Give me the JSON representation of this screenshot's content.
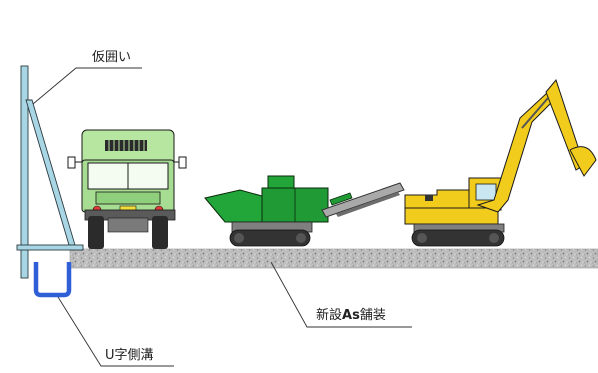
{
  "labels": {
    "fence": "仮囲い",
    "u_ditch": "U字側溝",
    "pavement_prefix": "新設",
    "pavement_bold": "As",
    "pavement_suffix": "舗装"
  },
  "colors": {
    "fence": "#a9d6e4",
    "ditch": "#2f5fd6",
    "pavement": "#bdbdbd",
    "truck_body": "#b6e6a0",
    "crusher_green": "#22a63a",
    "excavator_yellow": "#f2cc1d",
    "track": "#333333"
  },
  "icons": [
    "dump-truck-icon",
    "mobile-crusher-icon",
    "excavator-icon"
  ]
}
